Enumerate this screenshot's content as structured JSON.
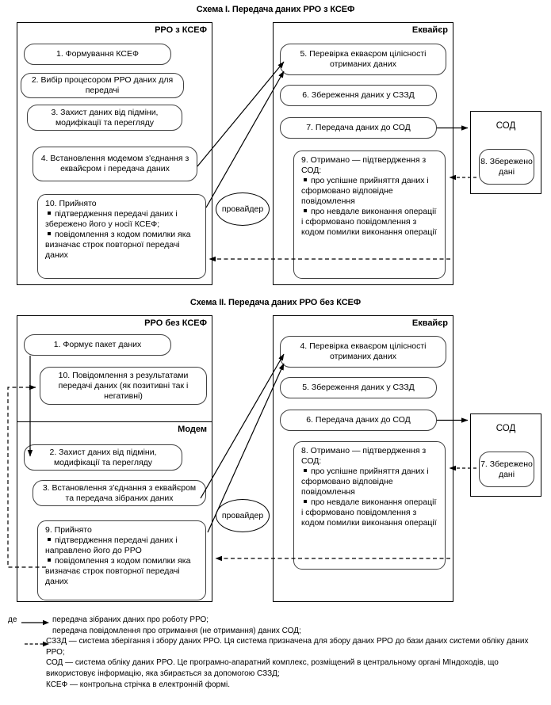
{
  "schemes": [
    {
      "title": "Схема I. Передача даних РРО з КСЕФ",
      "left_panel_label": "РРО з КСЕФ",
      "right_panel_label": "Еквайєр",
      "provider_label": "провайдер",
      "sod_label": "СОД",
      "left_boxes": [
        {
          "text": "1. Формування КСЕФ"
        },
        {
          "text": "2. Вибір процесором РРО даних для передачі"
        },
        {
          "text": "3. Захист даних від підміни, модифікації та перегляду"
        },
        {
          "text": "4. Встановлення модемом з'єднання з еквайєром і передача даних"
        }
      ],
      "left_detail_box": {
        "title": "10. Прийнято",
        "bullets": [
          "підтвердження передачі даних і збережено його у носії КСЕФ;",
          "повідомлення з кодом помилки яка визначає строк повторної передачі даних"
        ]
      },
      "right_boxes": [
        {
          "text": "5. Перевірка екваєром цілісності отриманих даних"
        },
        {
          "text": "6. Збереження даних у СЗЗД"
        },
        {
          "text": "7. Передача даних до СОД"
        }
      ],
      "right_detail_box": {
        "title": "9. Отримано — підтвердження з СОД:",
        "bullets": [
          "про успішне прийняття даних і сформовано відповідне повідомлення",
          "про невдале виконання операції і сформовано повідомлення з кодом помилки виконання операції"
        ]
      },
      "sod_inner_text": "8. Збережено дані"
    },
    {
      "title": "Схема II. Передача даних РРО без КСЕФ",
      "left_panel_label": "РРО без КСЕФ",
      "modem_label": "Модем",
      "right_panel_label": "Еквайєр",
      "provider_label": "провайдер",
      "sod_label": "СОД",
      "left_top_boxes": [
        {
          "text": "1. Формує пакет даних"
        },
        {
          "text": "10. Повідомлення з результатами передачі даних (як позитивні так і негативні)"
        }
      ],
      "modem_boxes": [
        {
          "text": "2. Захист даних від підміни, модифікації та перегляду"
        },
        {
          "text": "3. Встановлення з'єднання з еквайєром та передача зібраних даних"
        }
      ],
      "left_detail_box": {
        "title": "9. Прийнято",
        "bullets": [
          "підтвердження передачі даних і направлено його до РРО",
          "повідомлення з кодом помилки яка визначає строк повторної передачі даних"
        ]
      },
      "right_boxes": [
        {
          "text": "4. Перевірка екваєром цілісності отриманих даних"
        },
        {
          "text": "5. Збереження даних у СЗЗД"
        },
        {
          "text": "6. Передача даних до СОД"
        }
      ],
      "right_detail_box": {
        "title": "8. Отримано — підтвердження з СОД:",
        "bullets": [
          "про успішне прийняття даних і сформовано відповідне повідомлення",
          "про невдале виконання операції і сформовано повідомлення з кодом помилки виконання операції"
        ]
      },
      "sod_inner_text": "7. Збережено дані"
    }
  ],
  "legend": {
    "prefix": "де",
    "solid_arrow_text": "передача зібраних даних про роботу РРО;",
    "dashed_arrow_text": "передача повідомлення про отримання (не отримання) даних СОД;",
    "definitions": [
      "СЗЗД — система зберігання і збору даних РРО. Ця система призначена для збору даних РРО до бази даних системи обліку даних РРО;",
      "СОД — система обліку даних РРО. Це програмно-апаратний комплекс, розміщений в центральному органі МІндоходів, що використовує інформацію, яка збирається за допомогою СЗЗД;",
      "КСЕФ — контрольна стрічка в електронній формі."
    ]
  },
  "colors": {
    "stroke": "#000000",
    "box_stroke": "#3f3f3f",
    "background": "#ffffff"
  }
}
